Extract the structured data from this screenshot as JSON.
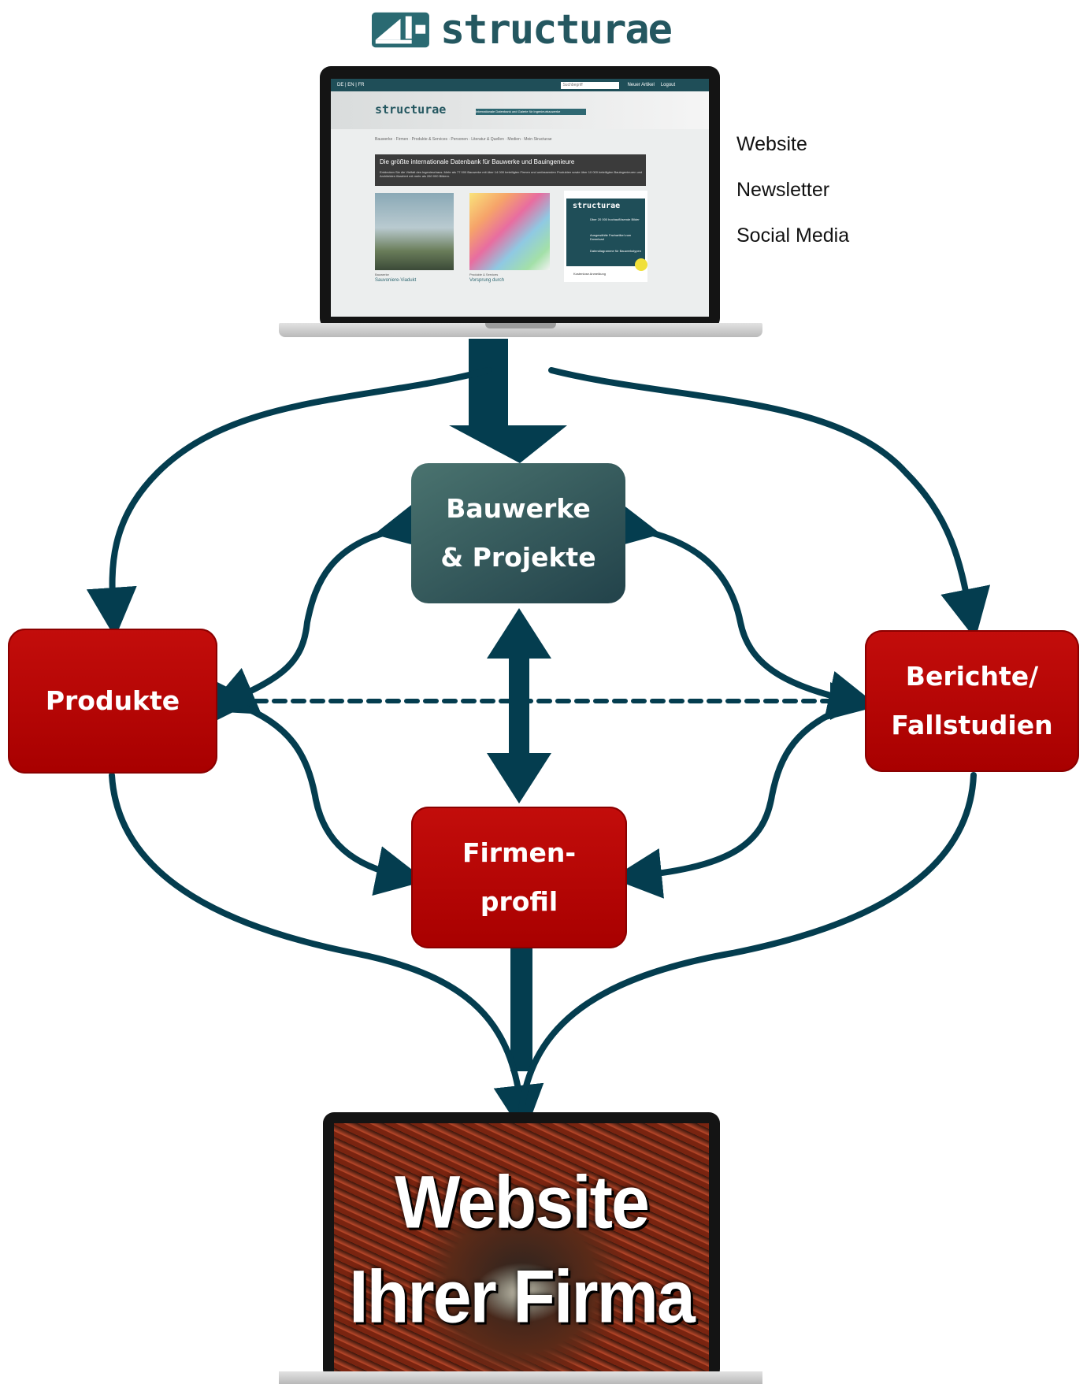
{
  "logo": {
    "text": "structurae"
  },
  "laptop_top": {
    "screen": {
      "lang": "DE | EN | FR",
      "search_placeholder": "Suchbegriff",
      "top_link_1": "Neuer Artikel",
      "top_link_2": "Logout",
      "logo_text": "structurae",
      "tagline": "Internationale Datenbank und Galerie für Ingenieurbauwerke",
      "nav": "Bauwerke · Firmen · Produkte & Services · Personen · Literatur & Quellen · Medien · Mein Structurae",
      "banner_title": "Die größte internationale Datenbank für Bauwerke und Bauingenieure",
      "banner_sub": "Entdecken Sie die Vielfalt des Ingenieurbaus. Mehr als 77 000 Bauwerke mit über 14 000 beteiligten Firmen und umfassenden Produkten sowie über 10 000 beteiligten Bauingenieuren und Architekten illustriert mit mehr als 260 000 Bildern.",
      "card1_label": "Bauwerke",
      "card1_title": "Sauvoniere-Viadukt",
      "card2_label": "Produkte & Services",
      "card2_title": "Vorsprung durch",
      "ad_logo": "structurae",
      "ad_item_1": "Über 20 000 hochauflösende Bilder",
      "ad_item_2": "Ausgewählte Fachartikel zum Download",
      "ad_item_3": "Datendiagramme für Bauwerkstypen",
      "ad_foot": "Kostenlose Anmeldung"
    }
  },
  "side_list": [
    "Website",
    "Newsletter",
    "Social Media"
  ],
  "nodes": {
    "bauwerke": {
      "line1": "Bauwerke",
      "line2": "& Projekte"
    },
    "produkte": {
      "line1": "Produkte"
    },
    "berichte": {
      "line1": "Berichte/",
      "line2": "Fallstudien"
    },
    "firmen": {
      "line1": "Firmen-",
      "line2": "profil"
    }
  },
  "laptop_bottom": {
    "line1": "Website",
    "line2": "Ihrer Firma"
  },
  "colors": {
    "arrow": "#043d4f",
    "box_red": "#b80000",
    "box_teal": "#2f5a5e",
    "brand": "#245760"
  }
}
